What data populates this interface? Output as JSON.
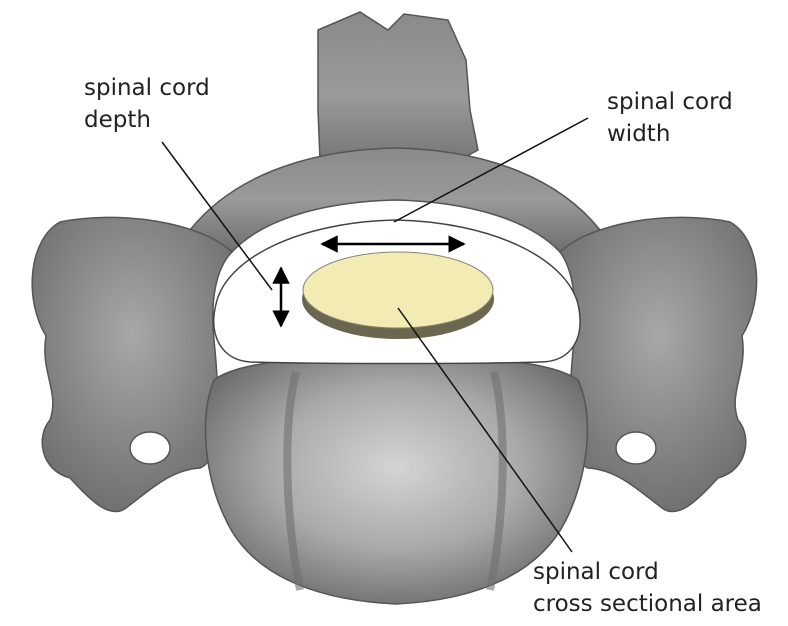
{
  "labels": {
    "depth_line1": "spinal cord",
    "depth_line2": "depth",
    "width_line1": "spinal cord",
    "width_line2": "width",
    "area_line1": "spinal cord",
    "area_line2": "cross sectional area"
  },
  "colors": {
    "bone": "#8e8e8e",
    "bone_dark": "#5a5a5a",
    "bone_light": "#c4c4c4",
    "cord_fill": "#f2ecb4",
    "cord_edge": "#6b6650",
    "text": "#222222",
    "leader": "#111111"
  },
  "icons": [
    "depth-arrow-icon",
    "width-arrow-icon"
  ]
}
